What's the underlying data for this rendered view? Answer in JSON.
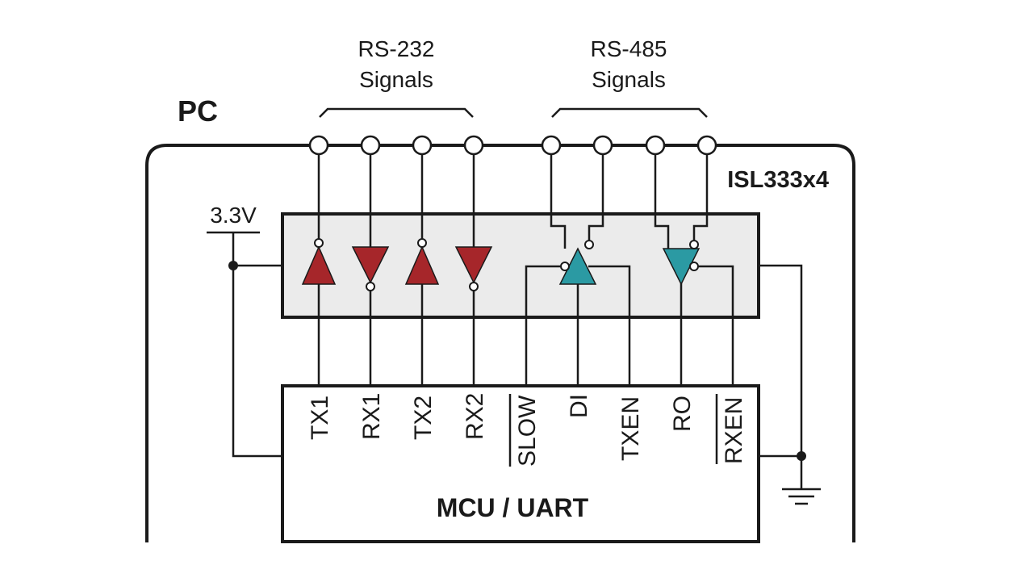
{
  "pc_label": "PC",
  "chip_name": "ISL333x4",
  "mcu_label": "MCU / UART",
  "supply_label": "3.3V",
  "rs232_group": {
    "line1": "RS-232",
    "line2": "Signals"
  },
  "rs485_group": {
    "line1": "RS-485",
    "line2": "Signals"
  },
  "pins": [
    "TX1",
    "RX1",
    "TX2",
    "RX2",
    "SLOW",
    "DI",
    "TXEN",
    "RO",
    "RXEN"
  ],
  "colors": {
    "rs232_buffer": "#a6262a",
    "rs485_buffer": "#2b9aa3",
    "chip_fill": "#ebebeb",
    "chip_label": "#a6262a",
    "line": "#1a1a1a"
  },
  "icons": {
    "buffer": "triangle-buffer",
    "ground": "ground-symbol",
    "terminal": "open-circle-terminal"
  }
}
